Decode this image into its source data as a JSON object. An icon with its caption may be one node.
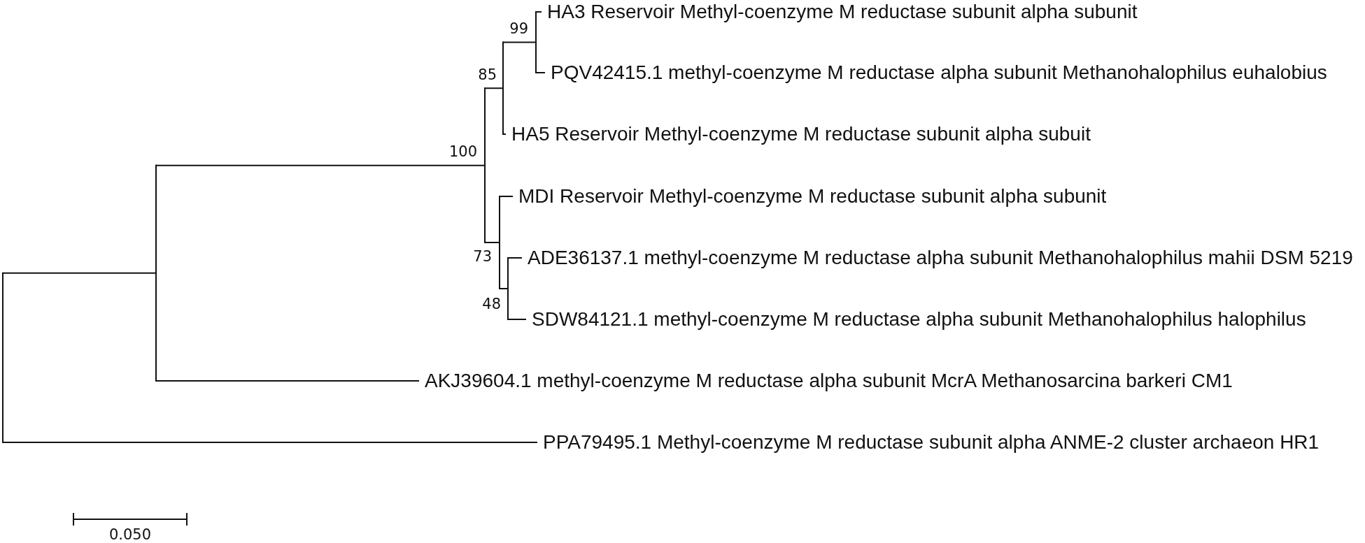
{
  "diagram": {
    "nodes": [
      {
        "text": [
          "HA3 Reservoir Methyl-coenzyme M reductase subunit alpha subunit"
        ]
      },
      {
        "text": [
          "PQV42415.1 methyl-coenzyme M reductase alpha subunit Methanohalophilus euhalobius"
        ]
      },
      {
        "text": [
          "HA5 Reservoir Methyl-coenzyme M reductase subunit alpha subuit"
        ]
      },
      {
        "text": [
          "MDI Reservoir Methyl-coenzyme M reductase subunit alpha subunit"
        ]
      },
      {
        "text": [
          "ADE36137.1 methyl-coenzyme M reductase alpha subunit Methanohalophilus mahii DSM 5219"
        ]
      },
      {
        "text": [
          "SDW84121.1 methyl-coenzyme M reductase alpha subunit Methanohalophilus halophilus"
        ]
      },
      {
        "text": [
          "AKJ39604.1 methyl-coenzyme M reductase alpha subunit McrA Methanosarcina barkeri CM1"
        ]
      },
      {
        "text": [
          "PPA79495.1 Methyl-coenzyme M reductase subunit alpha ANME-2 cluster archaeon HR1"
        ]
      },
      {
        "text": [],
        "shape": "bar"
      },
      {
        "text": [],
        "shape": "bar"
      },
      {
        "text": [],
        "shape": "bar",
        "beside": [
          "100"
        ]
      },
      {
        "text": [],
        "shape": "bar",
        "beside": [
          "73"
        ]
      },
      {
        "text": [],
        "shape": "bar",
        "beside": [
          "85"
        ]
      },
      {
        "text": [],
        "shape": "bar",
        "beside": [
          "48"
        ]
      },
      {
        "text": [],
        "shape": "bar",
        "beside": [
          "99"
        ]
      }
    ],
    "edges": [
      {
        "from": 8,
        "to": 9,
        "arrow": "none"
      },
      {
        "from": 9,
        "to": 10,
        "arrow": "none"
      },
      {
        "from": 10,
        "to": 12,
        "arrow": "none"
      },
      {
        "from": 12,
        "to": 14,
        "arrow": "none"
      },
      {
        "from": 14,
        "to": 0,
        "arrow": "none"
      },
      {
        "from": 14,
        "to": 1,
        "arrow": "none"
      },
      {
        "from": 12,
        "to": 2,
        "arrow": "none"
      },
      {
        "from": 10,
        "to": 11,
        "arrow": "none"
      },
      {
        "from": 11,
        "to": 3,
        "arrow": "none"
      },
      {
        "from": 11,
        "to": 13,
        "arrow": "none"
      },
      {
        "from": 13,
        "to": 4,
        "arrow": "none"
      },
      {
        "from": 13,
        "to": 5,
        "arrow": "none"
      },
      {
        "from": 9,
        "to": 6,
        "arrow": "none"
      },
      {
        "from": 8,
        "to": 7,
        "arrow": "none"
      }
    ],
    "labels": [
      "0.050"
    ]
  }
}
